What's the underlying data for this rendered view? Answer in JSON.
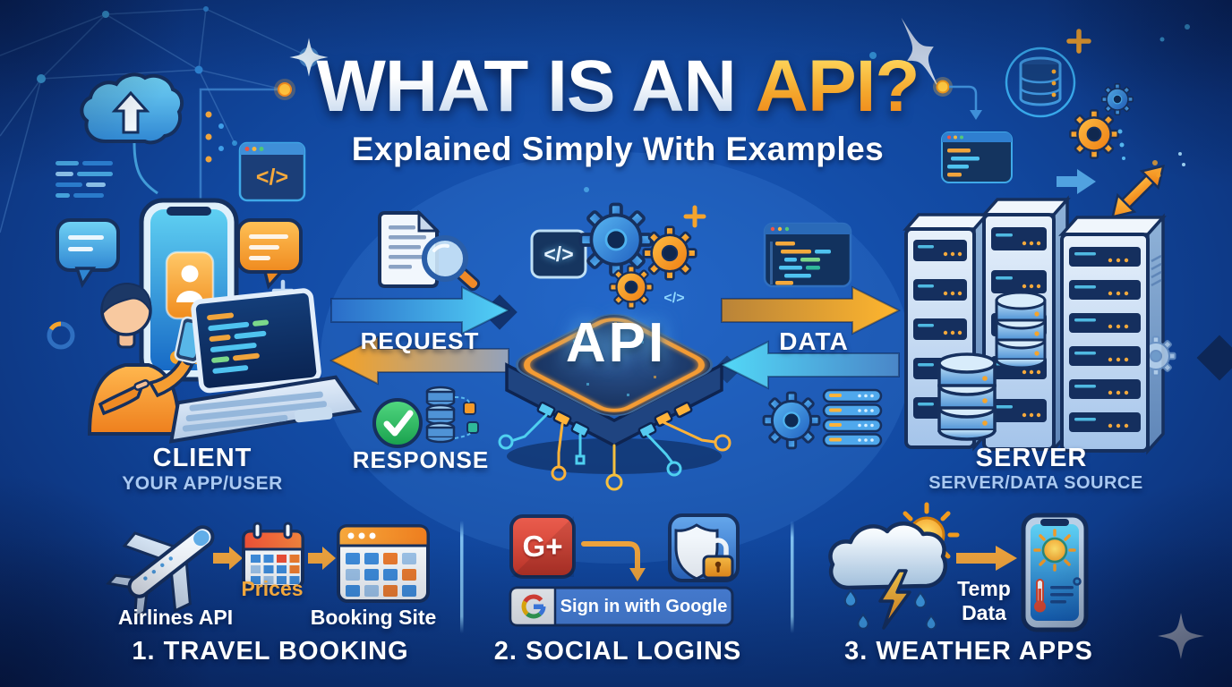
{
  "header": {
    "title_white": "WHAT IS AN",
    "title_orange": "API?",
    "subtitle": "Explained Simply With Examples"
  },
  "flow": {
    "client_title": "CLIENT",
    "client_subtitle": "YOUR APP/USER",
    "request_label": "REQUEST",
    "response_label": "RESPONSE",
    "api_label": "API",
    "data_label": "DATA",
    "server_title": "SERVER",
    "server_subtitle": "SERVER/DATA SOURCE"
  },
  "icons": {
    "code_symbol": "</>"
  },
  "examples": {
    "travel": {
      "title": "1. TRAVEL BOOKING",
      "airlines_label": "Airlines API",
      "prices_label": "Prices",
      "booking_label": "Booking Site"
    },
    "social": {
      "title": "2. SOCIAL LOGINS",
      "gplus_text": "G+",
      "signin_button": "Sign in with Google"
    },
    "weather": {
      "title": "3. WEATHER APPS",
      "temp_line1": "Temp",
      "temp_line2": "Data"
    }
  },
  "colors": {
    "background_blue": "#11479e",
    "accent_orange": "#f5a42c",
    "arrow_cyan": "#4ecdf5",
    "outline_navy": "#16305e",
    "label_light_blue": "#a9c9f2",
    "google_blue": "#4c86e0",
    "gplus_red": "#db4437"
  }
}
